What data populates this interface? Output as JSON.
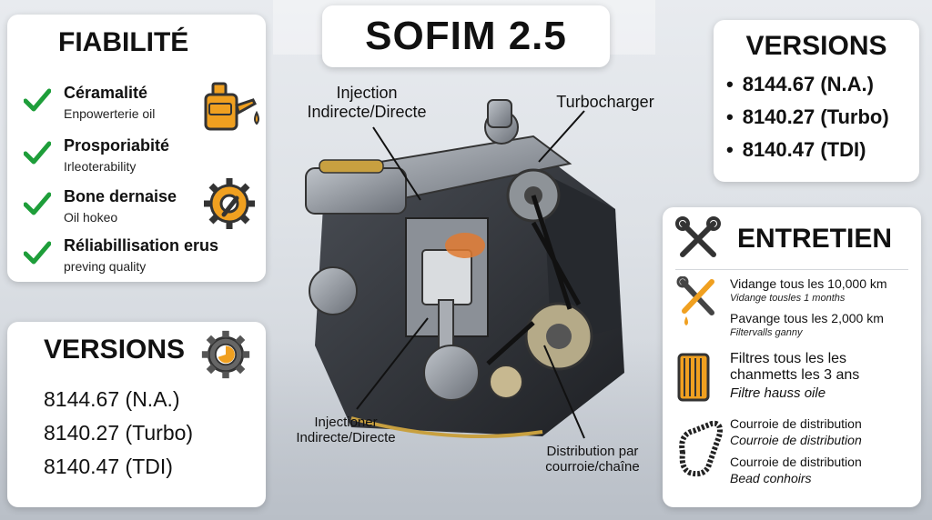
{
  "title": "SOFIM 2.5",
  "fiabilite": {
    "heading": "FIABILITÉ",
    "items": [
      {
        "title": "Céramalité",
        "sub": "Enpowerterie oil",
        "icon": "oil-can-icon"
      },
      {
        "title": "Prosporiabité",
        "sub": "Irleoterability",
        "icon": ""
      },
      {
        "title": "Bone dernaise",
        "sub": "Oil hokeo",
        "icon": "gear-wrench-icon"
      },
      {
        "title": "Réliabillisation erus",
        "sub": "preving quality",
        "icon": ""
      }
    ]
  },
  "versions_left": {
    "heading": "VERSIONS",
    "lines": [
      "8144.67 (N.A.)",
      "8140.27 (Turbo)",
      "8140.47 (TDI)"
    ]
  },
  "versions_right": {
    "heading": "VERSIONS",
    "lines": [
      "8144.67 (N.A.)",
      "8140.27 (Turbo)",
      "8140.47 (TDI)"
    ]
  },
  "entretien": {
    "heading": "ENTRETIEN",
    "rows": [
      {
        "main": "Vidange tous les 10,000 km",
        "sub": "Vidange tousles 1 months"
      },
      {
        "main": "Pavange tous les 2,000 km",
        "sub": "Filtervalls ganny"
      },
      {
        "main": "Filtres tous les les chanmetts les 3 ans",
        "sub": "Filtre hauss oile"
      },
      {
        "main": "Courroie de distribution",
        "sub": "Courroie de distribution"
      },
      {
        "main": "Courroie de distribution",
        "sub": "Bead conhoirs"
      }
    ]
  },
  "callouts": {
    "injection_top": "Injection Indirecte/Directe",
    "turbocharger": "Turbocharger",
    "injection_bottom": "Injectioner Indirecte/Directe",
    "distribution": "Distribution par courroie/chaîne"
  },
  "colors": {
    "check": "#1e9e3a",
    "icon_orange": "#f0a020",
    "icon_dark": "#333333",
    "card": "#ffffff"
  }
}
